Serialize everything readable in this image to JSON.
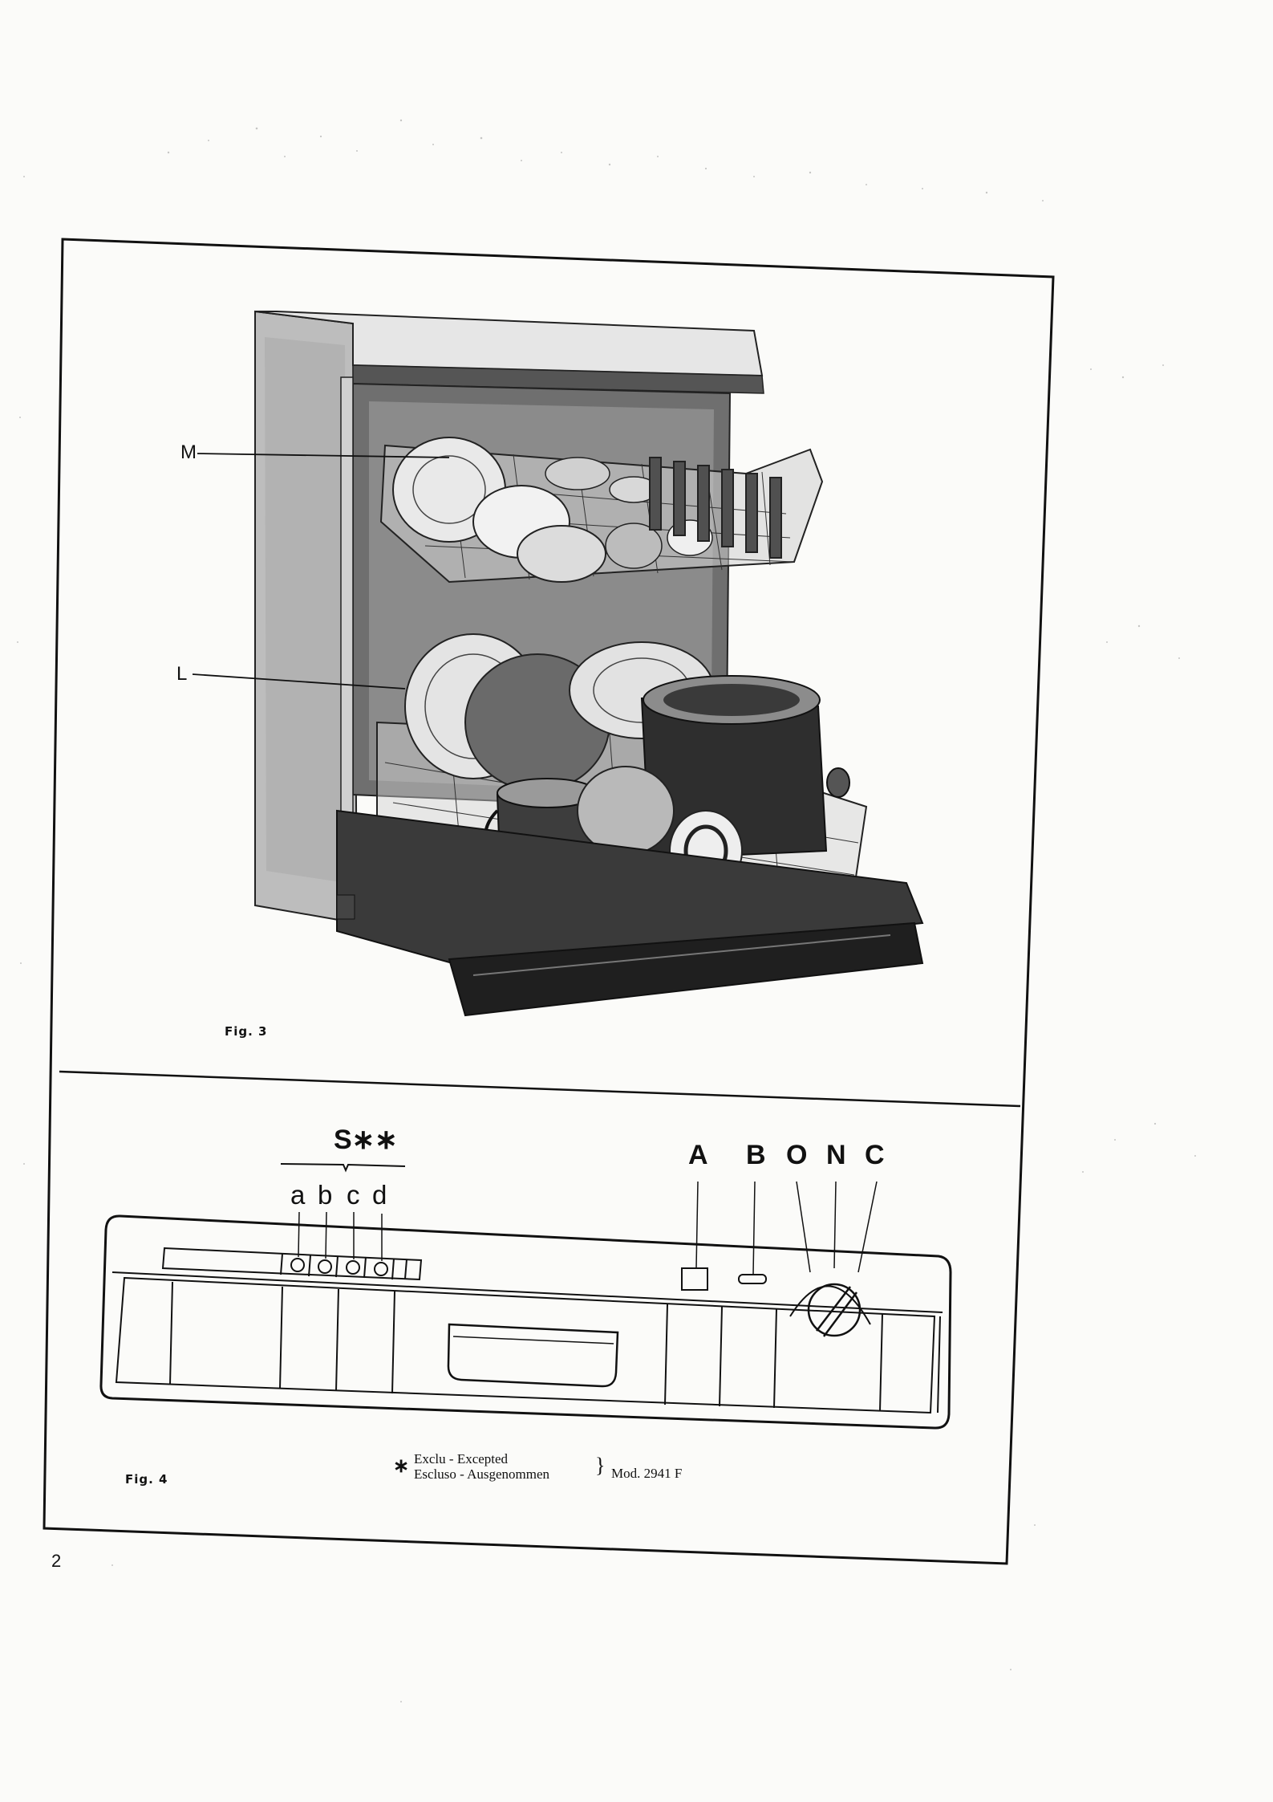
{
  "page_number": "2",
  "figure3": {
    "caption": "Fig. 3",
    "callouts": {
      "upper": "M",
      "lower": "L"
    }
  },
  "figure4": {
    "caption": "Fig. 4",
    "group_label": "S∗∗",
    "buttons": [
      "a",
      "b",
      "c",
      "d"
    ],
    "controls": [
      "A",
      "B",
      "O",
      "N",
      "C"
    ],
    "note": {
      "symbol": "∗",
      "line1": "Exclu - Excepted",
      "line2": "Escluso - Ausgenommen",
      "brace": "}",
      "model": "Mod. 2941 F"
    }
  }
}
